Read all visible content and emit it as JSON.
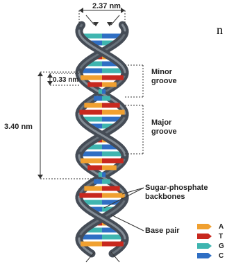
{
  "measurements": {
    "helix_width": "2.37 nm",
    "rise_per_base": "0.33 nm",
    "helix_pitch": "3.40 nm"
  },
  "labels": {
    "minor_groove": [
      "Minor",
      "groove"
    ],
    "major_groove": [
      "Major",
      "groove"
    ],
    "backbones": [
      "Sugar-phosphate",
      "backbones"
    ],
    "base_pair": "Base pair",
    "stray_letter": "n"
  },
  "legend": [
    {
      "letter": "A",
      "color": "#f0a030"
    },
    {
      "letter": "T",
      "color": "#c8281e"
    },
    {
      "letter": "G",
      "color": "#3fb5b0"
    },
    {
      "letter": "C",
      "color": "#2f6fc4"
    }
  ],
  "colors": {
    "backbone": "#454c56",
    "backbone_highlight": "#8a939c",
    "leader_line": "#333333"
  }
}
